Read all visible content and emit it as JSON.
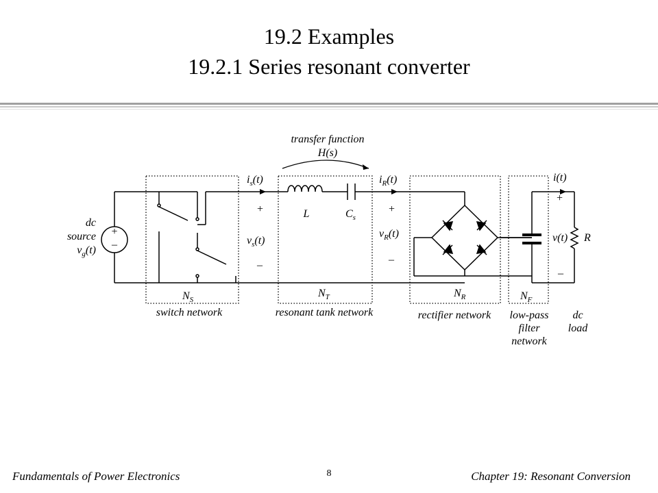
{
  "title": {
    "line1": "19.2 Examples",
    "line2": "19.2.1  Series resonant converter"
  },
  "footer": {
    "left": "Fundamentals of Power Electronics",
    "page": "8",
    "right": "Chapter 19: Resonant Conversion"
  },
  "diagram": {
    "transfer_label": "transfer function",
    "transfer_fn": "H(s)",
    "source_label": [
      "dc",
      "source"
    ],
    "source_voltage": "v",
    "source_voltage_sub": "g",
    "source_voltage_arg": "(t)",
    "source_plus": "+",
    "source_minus": "–",
    "is_main": "i",
    "is_sub": "s",
    "is_arg": "(t)",
    "vs_main": "v",
    "vs_sub": "s",
    "vs_arg": "(t)",
    "vs_plus": "+",
    "vs_minus": "–",
    "inductor": "L",
    "cap_main": "C",
    "cap_sub": "s",
    "ir_main": "i",
    "ir_sub": "R",
    "ir_arg": "(t)",
    "vr_main": "v",
    "vr_sub": "R",
    "vr_arg": "(t)",
    "vr_plus": "+",
    "vr_minus": "–",
    "i_load": "i(t)",
    "v_load": "v(t)",
    "v_load_plus": "+",
    "v_load_minus": "–",
    "resistor": "R",
    "ns_main": "N",
    "ns_sub": "S",
    "nt_main": "N",
    "nt_sub": "T",
    "nr_main": "N",
    "nr_sub": "R",
    "nf_main": "N",
    "nf_sub": "F",
    "switch_network": "switch network",
    "tank_network": "resonant tank network",
    "rectifier_network": "rectifier network",
    "filter_network": [
      "low-pass",
      "filter",
      "network"
    ],
    "dc_load": [
      "dc",
      "load"
    ]
  }
}
